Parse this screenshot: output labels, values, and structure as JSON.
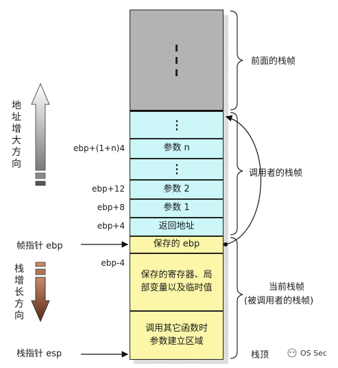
{
  "stack": {
    "prev_frame_dots": "⋮",
    "cells": {
      "param_n": "参数 n",
      "param_2": "参数 2",
      "param_1": "参数 1",
      "return_addr": "返回地址",
      "saved_ebp": "保存的 ebp",
      "saved_regs": "保存的寄存器、局部变量以及临时值",
      "args_area": "调用其它函数时参数建立区域"
    }
  },
  "offsets": {
    "ebp_1n_4": "ebp+(1+n)4",
    "ebp_12": "ebp+12",
    "ebp_8": "ebp+8",
    "ebp_4": "ebp+4",
    "ebp_minus_4": "ebp-4"
  },
  "pointers": {
    "frame_pointer": "帧指针 ebp",
    "stack_pointer": "栈指针 esp"
  },
  "braces": {
    "prev_frames": "前面的栈帧",
    "caller_frame": "调用者的栈帧",
    "current_frame": "当前栈帧",
    "current_frame_note": "(被调用者的栈帧)",
    "stack_top": "栈顶"
  },
  "arrows": {
    "address_grows": "地址增大方向",
    "stack_grows": "栈增长方向"
  },
  "watermark": "OS Sec",
  "colors": {
    "gray": "#b3b3b3",
    "cyan": "#ccf6f7",
    "yellow": "#fbf6a8"
  }
}
